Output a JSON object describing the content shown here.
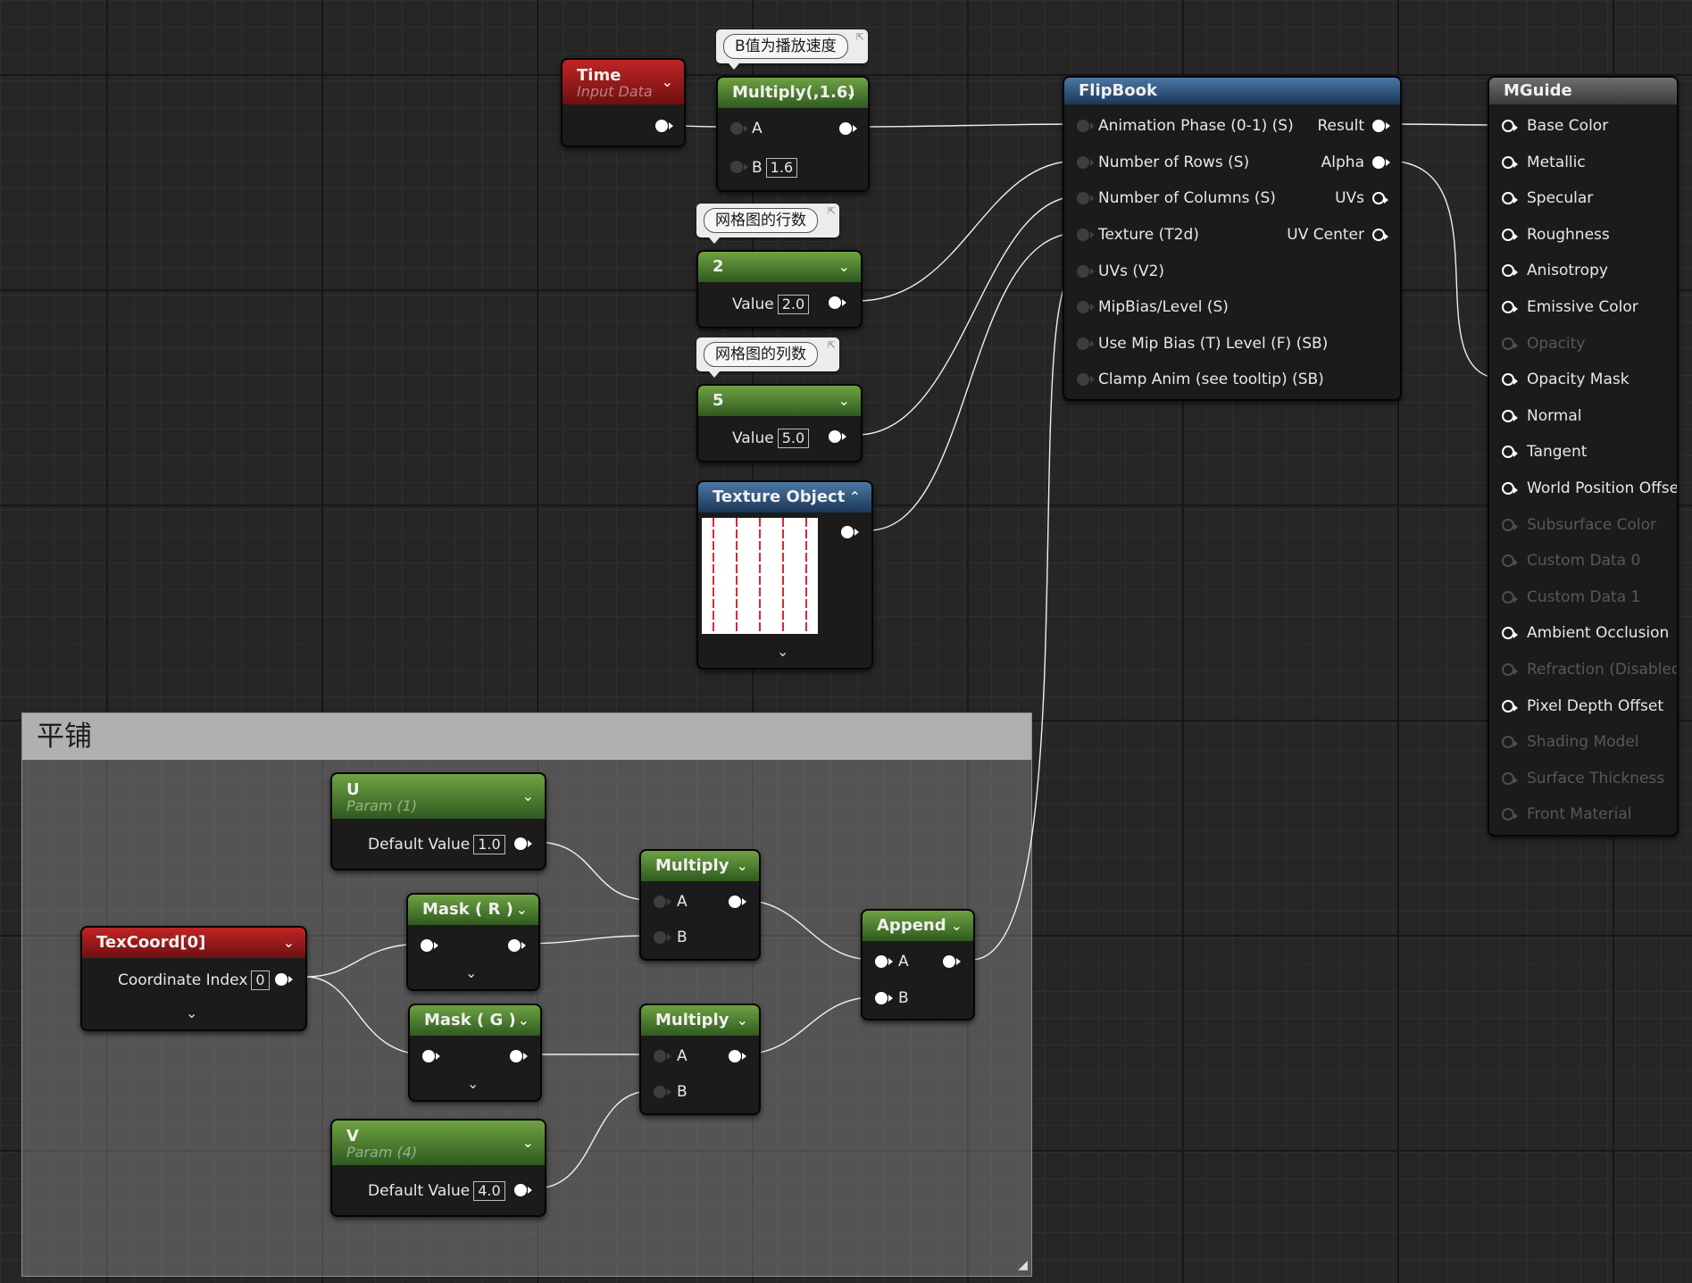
{
  "comment_box": {
    "title": "平铺"
  },
  "bubbles": {
    "b_speed": "B值为播放速度",
    "rows": "网格图的行数",
    "cols": "网格图的列数"
  },
  "nodes": {
    "time": {
      "title": "Time",
      "subtitle": "Input Data"
    },
    "multiply_top": {
      "title": "Multiply(,1.6)",
      "in_a": "A",
      "in_b": "B",
      "b_value": "1.6"
    },
    "const_rows": {
      "title": "2",
      "value_label": "Value",
      "value": "2.0"
    },
    "const_cols": {
      "title": "5",
      "value_label": "Value",
      "value": "5.0"
    },
    "texture_object": {
      "title": "Texture Object"
    },
    "flipbook": {
      "title": "FlipBook",
      "inputs": [
        "Animation  Phase (0-1) (S)",
        "Number of Rows (S)",
        "Number of Columns (S)",
        "Texture (T2d)",
        "UVs (V2)",
        "MipBias/Level (S)",
        "Use Mip Bias (T) Level (F) (SB)",
        "Clamp Anim (see tooltip) (SB)"
      ],
      "outputs": [
        "Result",
        "Alpha",
        "UVs",
        "UV Center"
      ]
    },
    "mguide": {
      "title": "MGuide",
      "inputs": [
        {
          "label": "Base Color",
          "enabled": true
        },
        {
          "label": "Metallic",
          "enabled": true
        },
        {
          "label": "Specular",
          "enabled": true
        },
        {
          "label": "Roughness",
          "enabled": true
        },
        {
          "label": "Anisotropy",
          "enabled": true
        },
        {
          "label": "Emissive Color",
          "enabled": true
        },
        {
          "label": "Opacity",
          "enabled": false
        },
        {
          "label": "Opacity Mask",
          "enabled": true
        },
        {
          "label": "Normal",
          "enabled": true
        },
        {
          "label": "Tangent",
          "enabled": true
        },
        {
          "label": "World Position Offset",
          "enabled": true
        },
        {
          "label": "Subsurface Color",
          "enabled": false
        },
        {
          "label": "Custom Data 0",
          "enabled": false
        },
        {
          "label": "Custom Data 1",
          "enabled": false
        },
        {
          "label": "Ambient Occlusion",
          "enabled": true
        },
        {
          "label": "Refraction (Disabled)",
          "enabled": false
        },
        {
          "label": "Pixel Depth Offset",
          "enabled": true
        },
        {
          "label": "Shading Model",
          "enabled": false
        },
        {
          "label": "Surface Thickness",
          "enabled": false
        },
        {
          "label": "Front Material",
          "enabled": false
        }
      ]
    },
    "param_u": {
      "title": "U",
      "subtitle": "Param (1)",
      "value_label": "Default Value",
      "value": "1.0"
    },
    "param_v": {
      "title": "V",
      "subtitle": "Param (4)",
      "value_label": "Default Value",
      "value": "4.0"
    },
    "texcoord": {
      "title": "TexCoord[0]",
      "index_label": "Coordinate Index",
      "index": "0"
    },
    "mask_r": {
      "title": "Mask ( R )"
    },
    "mask_g": {
      "title": "Mask ( G )"
    },
    "multiply_1": {
      "title": "Multiply",
      "in_a": "A",
      "in_b": "B"
    },
    "multiply_2": {
      "title": "Multiply",
      "in_a": "A",
      "in_b": "B"
    },
    "append": {
      "title": "Append",
      "in_a": "A",
      "in_b": "B"
    }
  },
  "colors": {
    "constant_header": "#5f9a3a",
    "input_header": "#b52020",
    "texture_header": "#3f6f9f",
    "function_header": "#3c6a96",
    "result_header": "#6a6a6a",
    "wire": "#ffffff",
    "texture_stripe": "#d8283a"
  }
}
